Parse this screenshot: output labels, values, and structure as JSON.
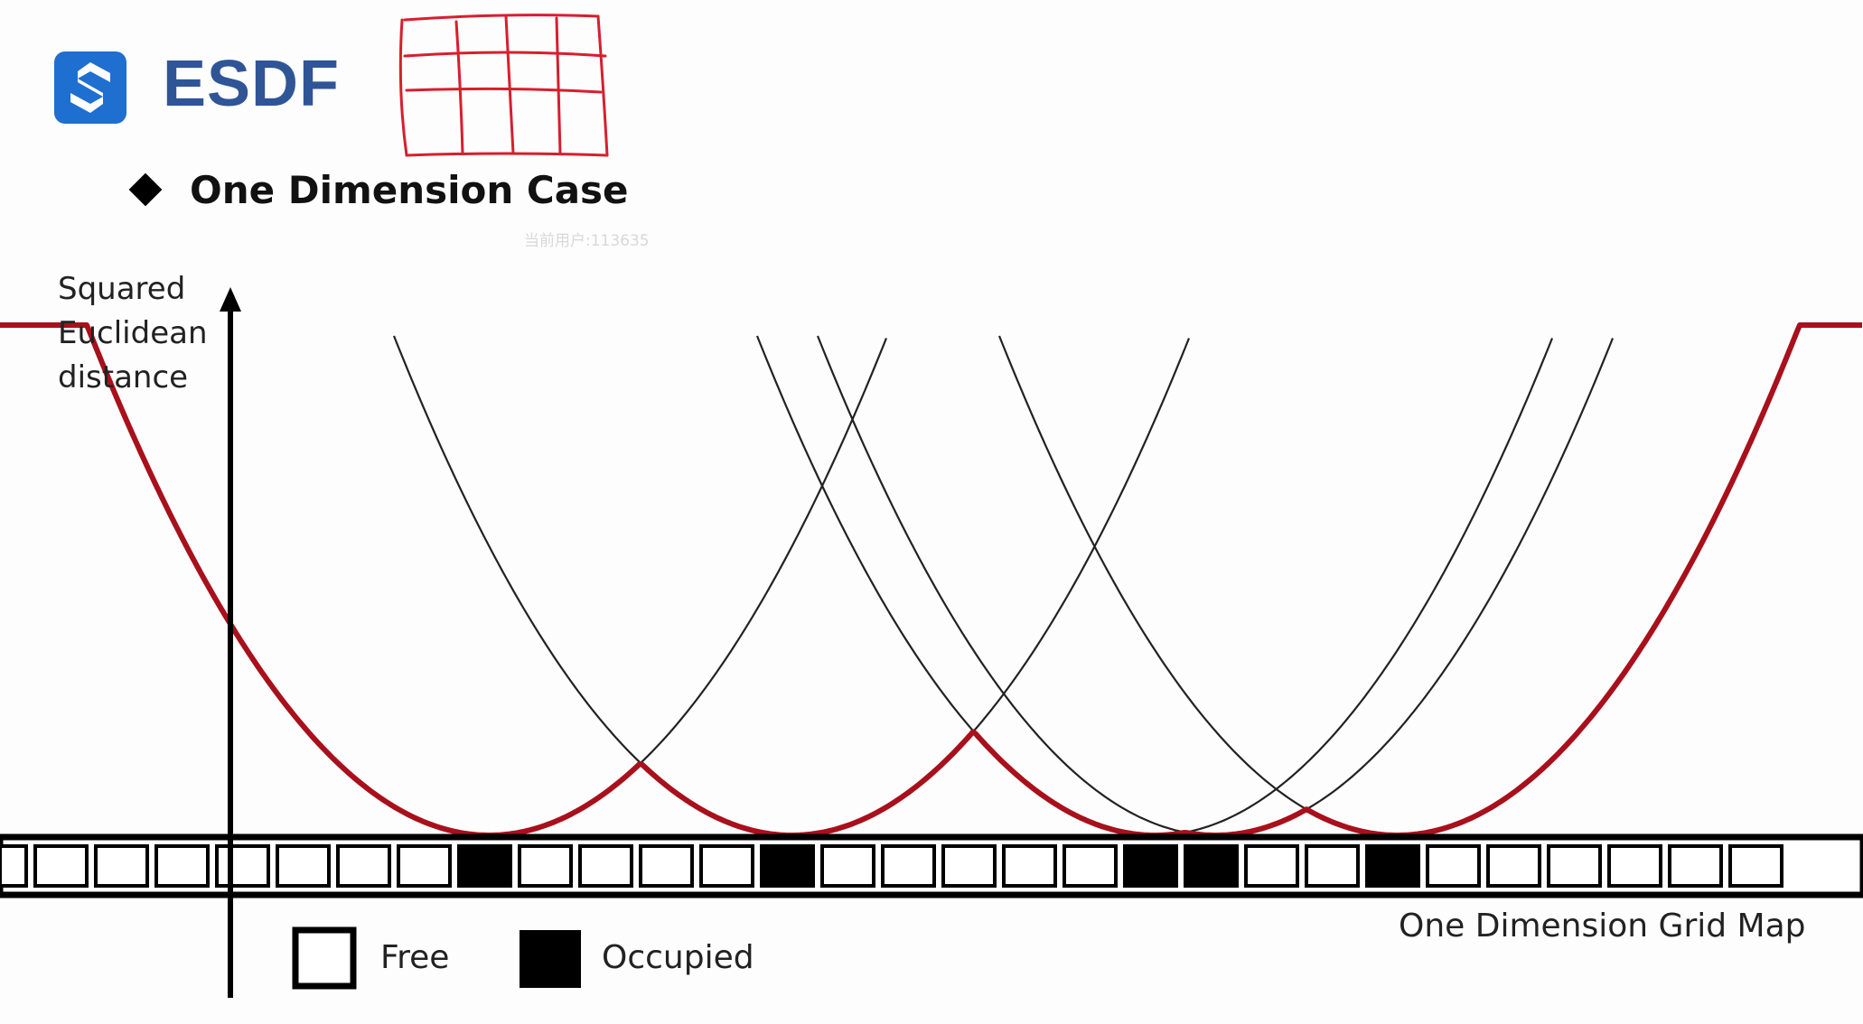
{
  "slide": {
    "title": "ESDF",
    "bullet": "One Dimension Case",
    "watermark": "当前用户:113635",
    "logo_icon": "s-logo-icon",
    "colors": {
      "title": "#2f5597",
      "logo": "#1f6fd1",
      "envelope": "#a8101c",
      "sketch": "#d81e2e",
      "parabola": "#222222"
    }
  },
  "axis": {
    "ylabel_lines": [
      "Squared",
      "Euclidean",
      "distance"
    ],
    "grid_caption": "One Dimension Grid Map"
  },
  "legend": [
    {
      "label": "Free",
      "kind": "free"
    },
    {
      "label": "Occupied",
      "kind": "occupied"
    }
  ],
  "grid": {
    "cells": [
      "free",
      "free",
      "free",
      "free",
      "free",
      "free",
      "free",
      "occupied",
      "free",
      "free",
      "free",
      "free",
      "occupied",
      "free",
      "free",
      "free",
      "free",
      "free",
      "occupied",
      "occupied",
      "free",
      "free",
      "occupied",
      "free",
      "free",
      "free",
      "free",
      "free",
      "free"
    ],
    "occupied_cell_indices": [
      7,
      12,
      18,
      19,
      22
    ]
  }
}
